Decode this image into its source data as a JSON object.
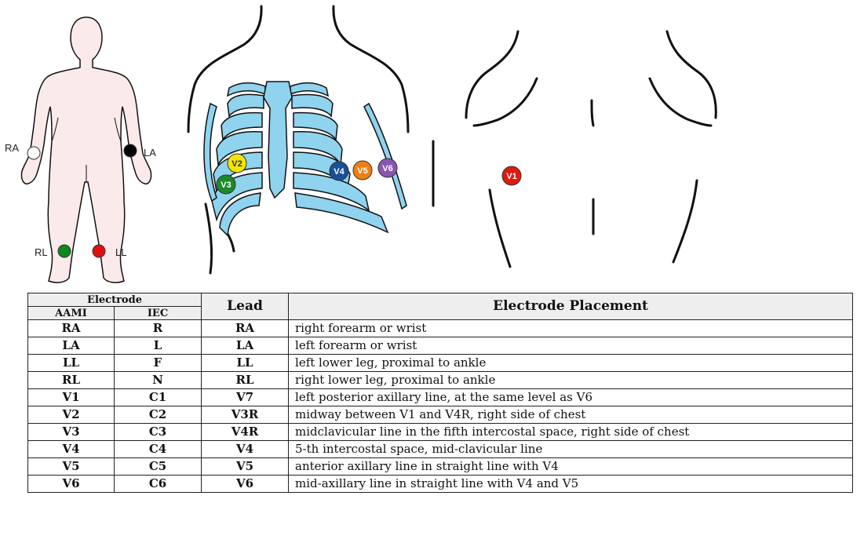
{
  "figure": {
    "limb_electrodes": [
      {
        "label": "RA",
        "color": "#ffffff"
      },
      {
        "label": "LA",
        "color": "#000000"
      },
      {
        "label": "RL",
        "color": "#0a8a1e"
      },
      {
        "label": "LL",
        "color": "#e01010"
      }
    ],
    "chest_electrodes": [
      {
        "label": "V2",
        "color": "#f2e600"
      },
      {
        "label": "V3",
        "color": "#1a8a2a"
      },
      {
        "label": "V4",
        "color": "#1a4f9a"
      },
      {
        "label": "V5",
        "color": "#f07f10"
      },
      {
        "label": "V6",
        "color": "#8a55b0"
      }
    ],
    "back_electrodes": [
      {
        "label": "V1",
        "color": "#e01a10"
      }
    ],
    "colors": {
      "body_fill": "#fbeaea",
      "ribcage_fill": "#8fd3ee",
      "outline": "#111111"
    }
  },
  "table": {
    "header": {
      "electrode": "Electrode",
      "aami": "AAMI",
      "iec": "IEC",
      "lead": "Lead",
      "placement": "Electrode Placement"
    },
    "rows": [
      {
        "aami": "RA",
        "iec": "R",
        "lead": "RA",
        "placement": "right forearm or wrist"
      },
      {
        "aami": "LA",
        "iec": "L",
        "lead": "LA",
        "placement": "left forearm or wrist"
      },
      {
        "aami": "LL",
        "iec": "F",
        "lead": "LL",
        "placement": "left lower leg, proximal to ankle"
      },
      {
        "aami": "RL",
        "iec": "N",
        "lead": "RL",
        "placement": "right lower leg, proximal to ankle"
      },
      {
        "aami": "V1",
        "iec": "C1",
        "lead": "V7",
        "placement": "left posterior axillary line, at the same level as V6"
      },
      {
        "aami": "V2",
        "iec": "C2",
        "lead": "V3R",
        "placement": "midway between V1 and V4R, right side of chest"
      },
      {
        "aami": "V3",
        "iec": "C3",
        "lead": "V4R",
        "placement": "midclavicular line in the fifth intercostal space, right side of chest"
      },
      {
        "aami": "V4",
        "iec": "C4",
        "lead": "V4",
        "placement": "5-th intercostal space, mid-clavicular line"
      },
      {
        "aami": "V5",
        "iec": "C5",
        "lead": "V5",
        "placement": "anterior axillary line in straight line with V4"
      },
      {
        "aami": "V6",
        "iec": "C6",
        "lead": "V6",
        "placement": "mid-axillary line in straight line with V4 and V5"
      }
    ]
  }
}
